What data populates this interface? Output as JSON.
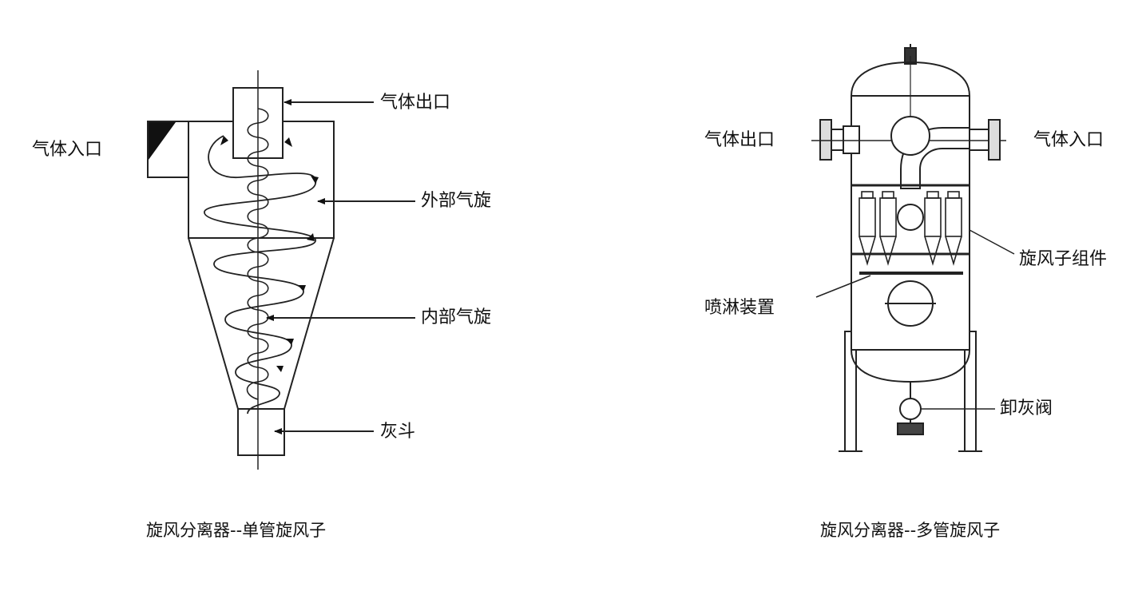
{
  "left": {
    "labels": {
      "gas_outlet": "气体出口",
      "gas_inlet": "气体入口",
      "outer_vortex": "外部气旋",
      "inner_vortex": "内部气旋",
      "ash_hopper": "灰斗"
    },
    "caption": "旋风分离器--单管旋风子"
  },
  "right": {
    "labels": {
      "gas_outlet": "气体出口",
      "gas_inlet": "气体入口",
      "cyclone_assembly": "旋风子组件",
      "spray_device": "喷淋装置",
      "ash_valve": "卸灰阀"
    },
    "caption": "旋风分离器--多管旋风子"
  }
}
